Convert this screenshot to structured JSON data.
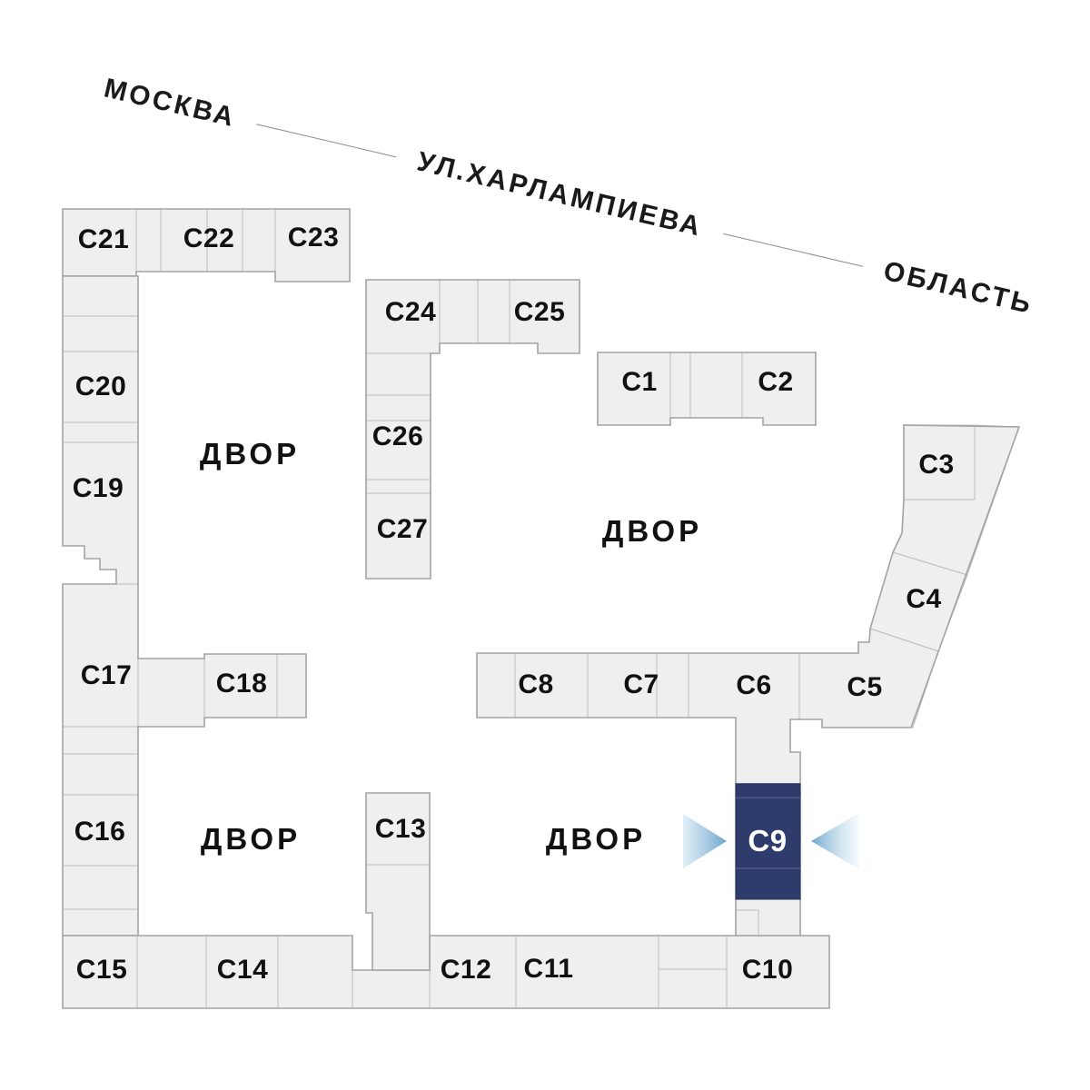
{
  "street_banner": {
    "segments": [
      "МОСКВА",
      "УЛ.ХАРЛАМПИЕВА",
      "ОБЛАСТЬ"
    ]
  },
  "courtyard_labels": [
    "ДВОР",
    "ДВОР",
    "ДВОР",
    "ДВОР"
  ],
  "buildings": [
    {
      "id": "c1",
      "label": "С1",
      "selected": false
    },
    {
      "id": "c2",
      "label": "С2",
      "selected": false
    },
    {
      "id": "c3",
      "label": "С3",
      "selected": false
    },
    {
      "id": "c4",
      "label": "С4",
      "selected": false
    },
    {
      "id": "c5",
      "label": "С5",
      "selected": false
    },
    {
      "id": "c6",
      "label": "С6",
      "selected": false
    },
    {
      "id": "c7",
      "label": "С7",
      "selected": false
    },
    {
      "id": "c8",
      "label": "С8",
      "selected": false
    },
    {
      "id": "c9",
      "label": "С9",
      "selected": true
    },
    {
      "id": "c10",
      "label": "С10",
      "selected": false
    },
    {
      "id": "c11",
      "label": "С11",
      "selected": false
    },
    {
      "id": "c12",
      "label": "С12",
      "selected": false
    },
    {
      "id": "c13",
      "label": "С13",
      "selected": false
    },
    {
      "id": "c14",
      "label": "С14",
      "selected": false
    },
    {
      "id": "c15",
      "label": "С15",
      "selected": false
    },
    {
      "id": "c16",
      "label": "С16",
      "selected": false
    },
    {
      "id": "c17",
      "label": "С17",
      "selected": false
    },
    {
      "id": "c18",
      "label": "С18",
      "selected": false
    },
    {
      "id": "c19",
      "label": "С19",
      "selected": false
    },
    {
      "id": "c20",
      "label": "С20",
      "selected": false
    },
    {
      "id": "c21",
      "label": "С21",
      "selected": false
    },
    {
      "id": "c22",
      "label": "С22",
      "selected": false
    },
    {
      "id": "c23",
      "label": "С23",
      "selected": false
    },
    {
      "id": "c24",
      "label": "С24",
      "selected": false
    },
    {
      "id": "c25",
      "label": "С25",
      "selected": false
    },
    {
      "id": "c26",
      "label": "С26",
      "selected": false
    },
    {
      "id": "c27",
      "label": "С27",
      "selected": false
    }
  ],
  "selected_building": "С9",
  "selection_arrows": {
    "left": true,
    "right": true
  },
  "colors": {
    "background": "#ffffff",
    "building_fill": "#efefef",
    "building_border": "#bdbdbd",
    "outline_border": "#a3a3a3",
    "selected_fill": "#2e3c6c",
    "selected_divider": "#47537e",
    "selected_text": "#ffffff",
    "label_text": "#111111",
    "arrow_blue": "#6ea7cd",
    "street_line": "#8c8c8c"
  }
}
